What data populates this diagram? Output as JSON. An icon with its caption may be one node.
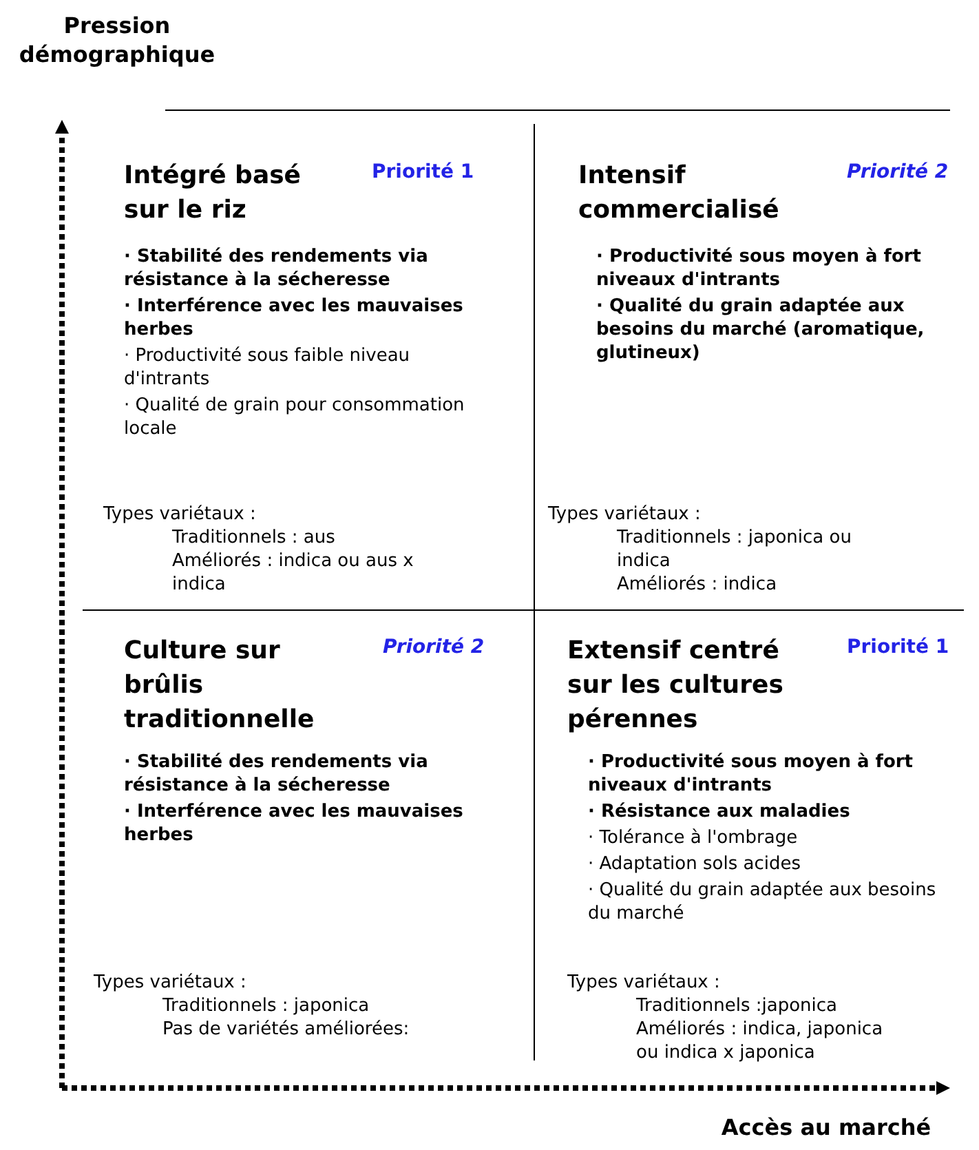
{
  "diagram": {
    "nodes": [
      {
        "text": [
          "Intégré basé sur le riz",
          "Priorité 1",
          "· Stabilité des rendements via résistance à la sécheresse",
          "· Interférence avec les mauvaises herbes",
          "· Productivité sous faible niveau d'intrants",
          "· Qualité de grain pour consommation locale",
          "Types variétaux :",
          "Traditionnels : aus",
          "Améliorés : indica ou aus x indica"
        ]
      },
      {
        "text": [
          "Intensif commercialisé",
          "Priorité 2",
          "· Productivité sous moyen à fort niveaux d'intrants",
          "· Qualité du grain adaptée aux besoins du marché (aromatique, glutineux)",
          "Types variétaux :",
          "Traditionnels : japonica ou indica",
          "Améliorés : indica"
        ]
      },
      {
        "text": [
          "Culture sur brûlis traditionnelle",
          "Priorité 2",
          "· Stabilité des rendements via résistance à la sécheresse",
          "· Interférence avec les mauvaises herbes",
          "Types variétaux :",
          "Traditionnels : japonica",
          "Pas de variétés améliorées:"
        ]
      },
      {
        "text": [
          "Extensif centré sur les cultures pérennes",
          "Priorité 1",
          "· Productivité sous moyen à fort niveaux d'intrants",
          "· Résistance aux maladies",
          "· Tolérance à l'ombrage",
          "· Adaptation sols acides",
          "· Qualité du grain adaptée aux besoins du marché",
          "Types variétaux :",
          "Traditionnels :japonica",
          "Améliorés : indica, japonica ou indica x japonica"
        ]
      }
    ],
    "labels": [
      "Pression démographique",
      "Accès au marché"
    ]
  }
}
